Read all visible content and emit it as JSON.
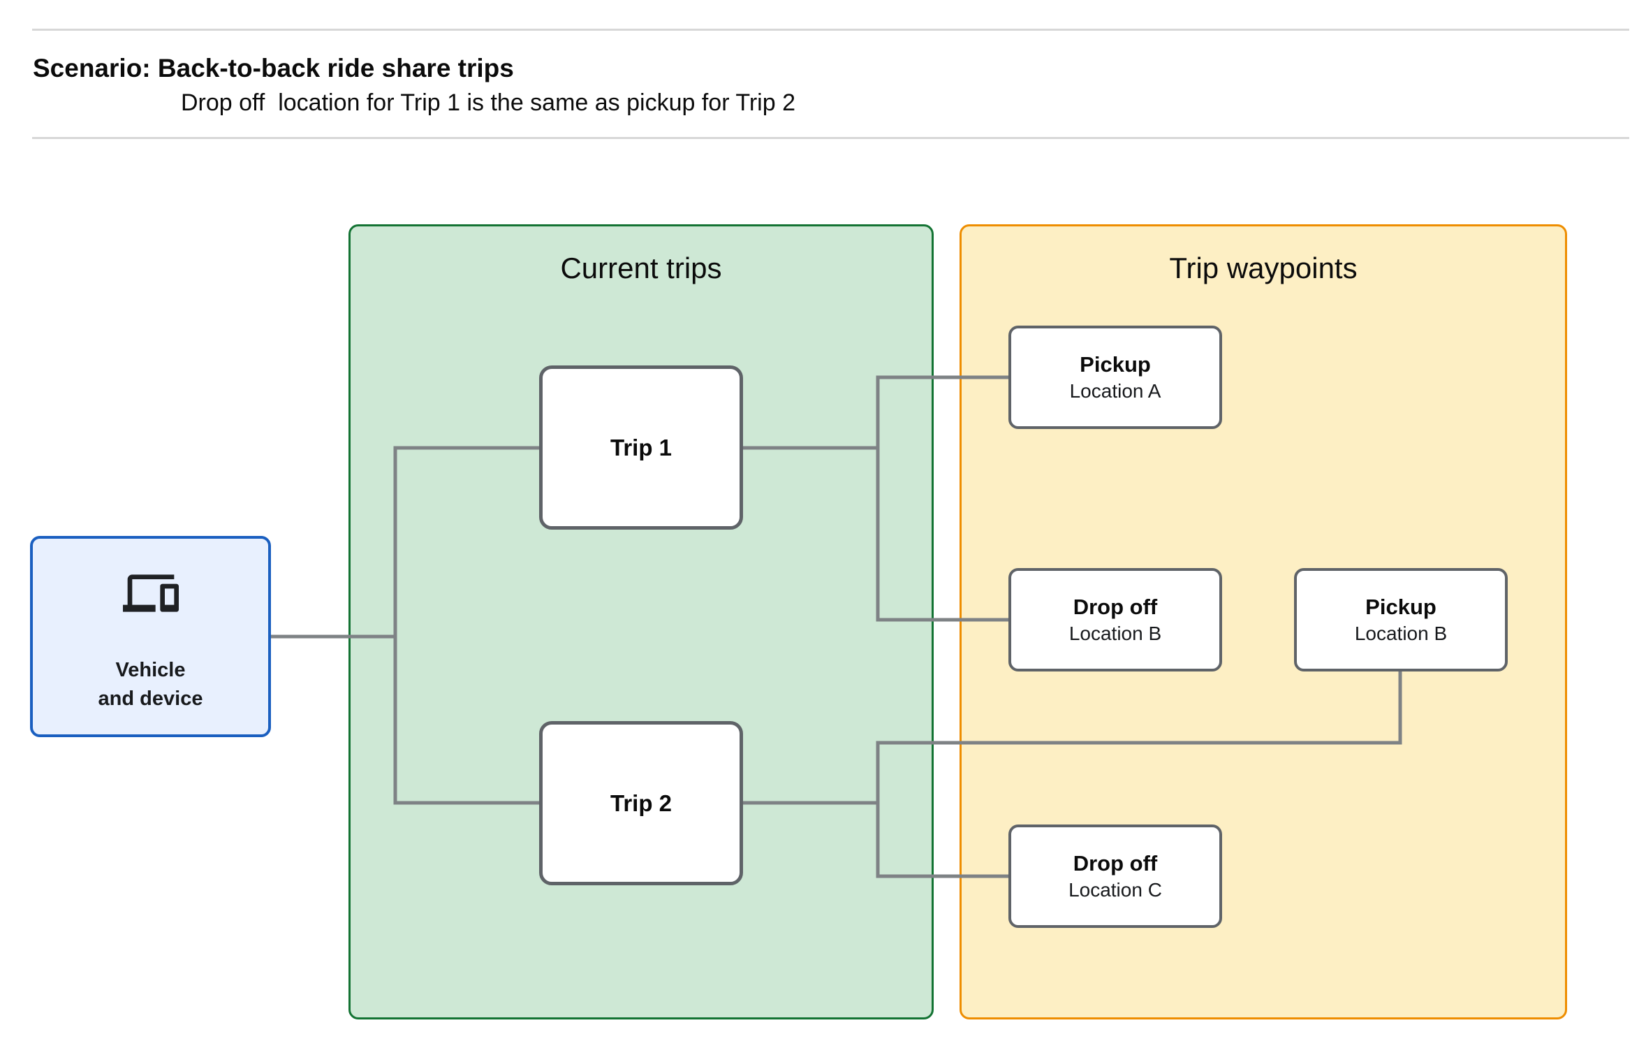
{
  "header": {
    "title": "Scenario: Back-to-back ride share trips",
    "subtitle": "Drop off  location for Trip 1 is the same as pickup for Trip 2"
  },
  "vehicle": {
    "icon": "devices-icon",
    "line1": "Vehicle",
    "line2": "and device"
  },
  "panels": {
    "current_trips": {
      "title": "Current trips"
    },
    "trip_waypoints": {
      "title": "Trip waypoints"
    }
  },
  "trips": [
    {
      "label": "Trip 1"
    },
    {
      "label": "Trip 2"
    }
  ],
  "waypoints": [
    {
      "type": "Pickup",
      "location": "Location A"
    },
    {
      "type": "Drop off",
      "location": "Location B"
    },
    {
      "type": "Pickup",
      "location": "Location B"
    },
    {
      "type": "Drop off",
      "location": "Location C"
    }
  ],
  "colors": {
    "vehicle_fill": "#E8F0FE",
    "vehicle_border": "#1A5FC0",
    "current_trips_panel_fill": "#CEE8D5",
    "current_trips_panel_border": "#137333",
    "trip_waypoints_panel_fill": "#FDEFC4",
    "trip_waypoints_panel_border": "#EE8D00",
    "node_border_gray": "#5F6368",
    "connector_gray": "#7E8285",
    "divider_gray": "#D7D7D7",
    "text_black": "#0B0B0B"
  }
}
